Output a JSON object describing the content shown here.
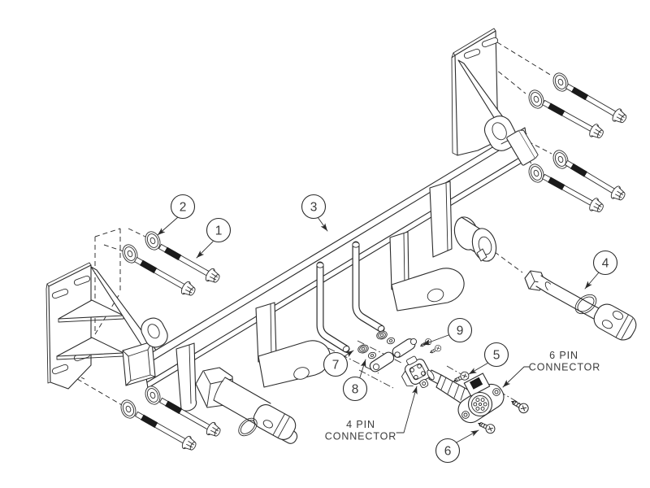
{
  "diagram": {
    "background": "#ffffff",
    "line_color": "#2b2b2b",
    "text_color": "#3a3a3a",
    "thread_fill": "#1a1a1a",
    "callouts": [
      {
        "number": "1"
      },
      {
        "number": "2"
      },
      {
        "number": "3"
      },
      {
        "number": "4"
      },
      {
        "number": "5"
      },
      {
        "number": "6"
      },
      {
        "number": "7"
      },
      {
        "number": "8"
      },
      {
        "number": "9"
      }
    ],
    "labels": {
      "four_pin": {
        "line1": "4 PIN",
        "line2": "CONNECTOR"
      },
      "six_pin": {
        "line1": "6 PIN",
        "line2": "CONNECTOR"
      }
    }
  }
}
